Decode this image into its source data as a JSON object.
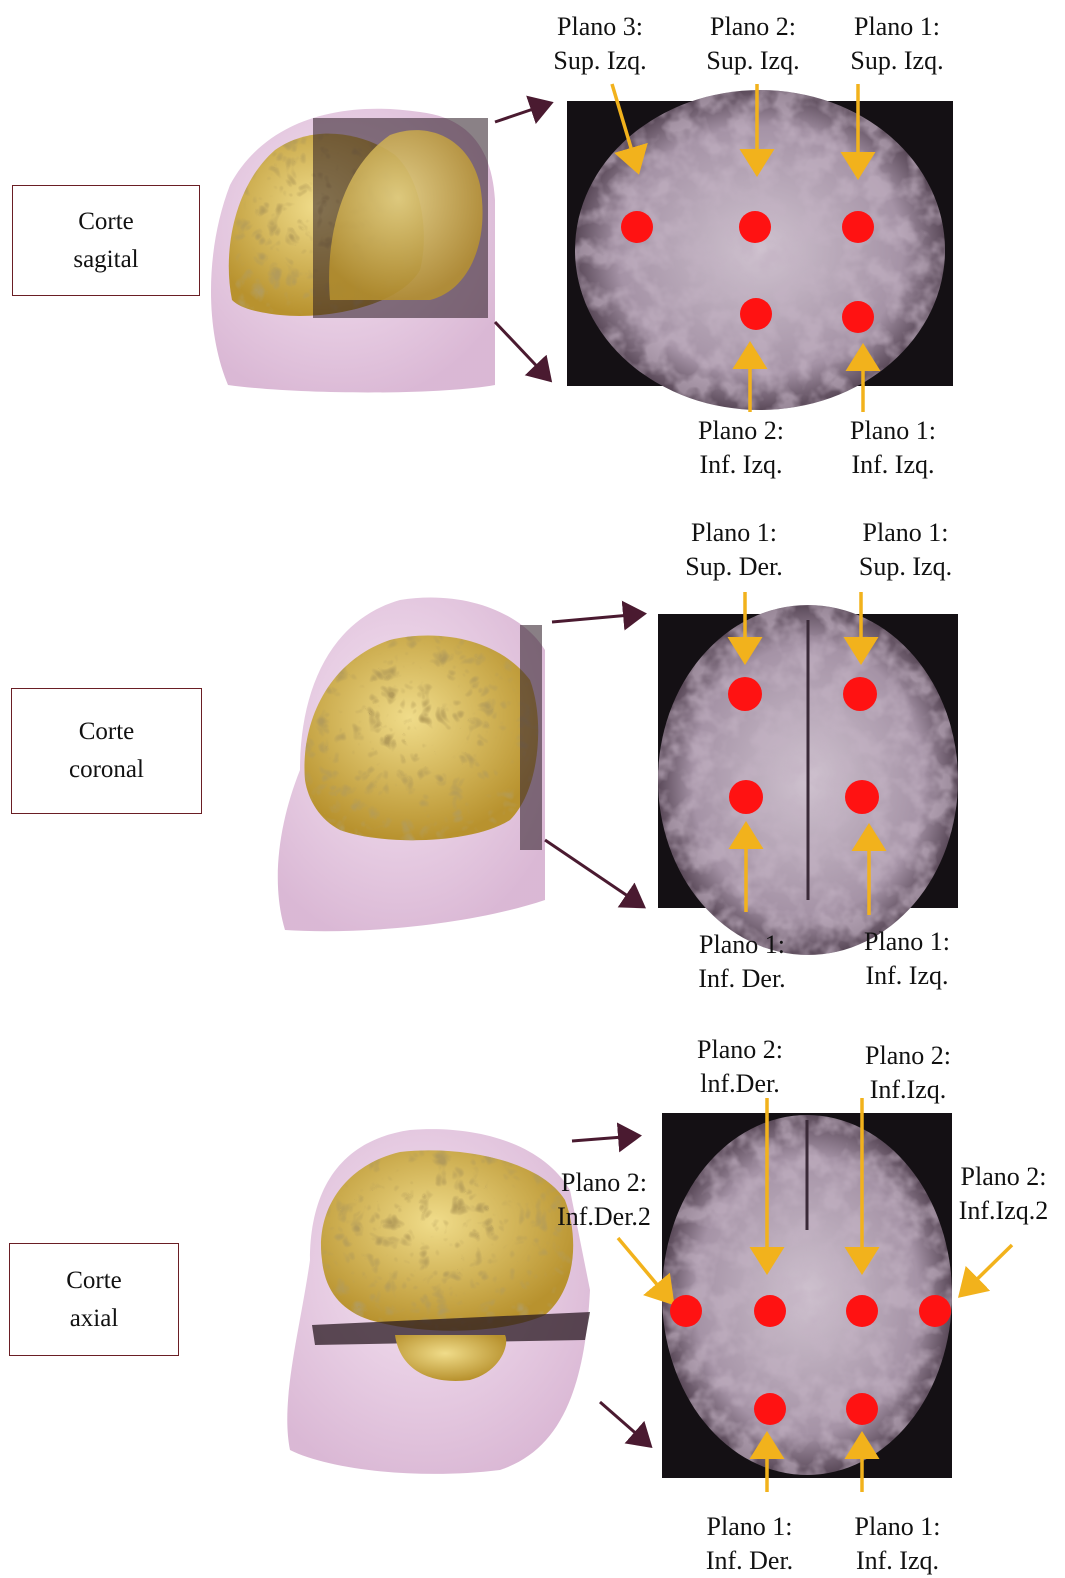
{
  "colors": {
    "dot": "#ff1212",
    "arrow_orange": "#f2b21c",
    "arrow_dark": "#4a1a30",
    "box_border": "#6a1e24",
    "brain": "#c9a84a",
    "head": "#e6c6e2"
  },
  "sections": [
    {
      "id": "sagital",
      "box_lines": [
        "Corte",
        "sagital"
      ],
      "labels": [
        {
          "l1": "Plano 3:",
          "l2": "Sup. Izq."
        },
        {
          "l1": "Plano 2:",
          "l2": "Sup. Izq."
        },
        {
          "l1": "Plano 1:",
          "l2": "Sup. Izq."
        },
        {
          "l1": "Plano 2:",
          "l2": "Inf. Izq."
        },
        {
          "l1": "Plano 1:",
          "l2": "Inf. Izq."
        }
      ]
    },
    {
      "id": "coronal",
      "box_lines": [
        "Corte",
        "coronal"
      ],
      "labels": [
        {
          "l1": "Plano 1:",
          "l2": "Sup. Der."
        },
        {
          "l1": "Plano 1:",
          "l2": "Sup. Izq."
        },
        {
          "l1": "Plano 1:",
          "l2": "Inf. Der."
        },
        {
          "l1": "Plano 1:",
          "l2": "Inf. Izq."
        }
      ]
    },
    {
      "id": "axial",
      "box_lines": [
        "Corte",
        "axial"
      ],
      "labels": [
        {
          "l1": "Plano 2:",
          "l2": "lnf.Der."
        },
        {
          "l1": "Plano 2:",
          "l2": "Inf.Izq."
        },
        {
          "l1": "Plano 2:",
          "l2": "Inf.Der.2"
        },
        {
          "l1": "Plano 2:",
          "l2": "Inf.Izq.2"
        },
        {
          "l1": "Plano 1:",
          "l2": "Inf. Der."
        },
        {
          "l1": "Plano 1:",
          "l2": "Inf. Izq."
        }
      ]
    }
  ]
}
